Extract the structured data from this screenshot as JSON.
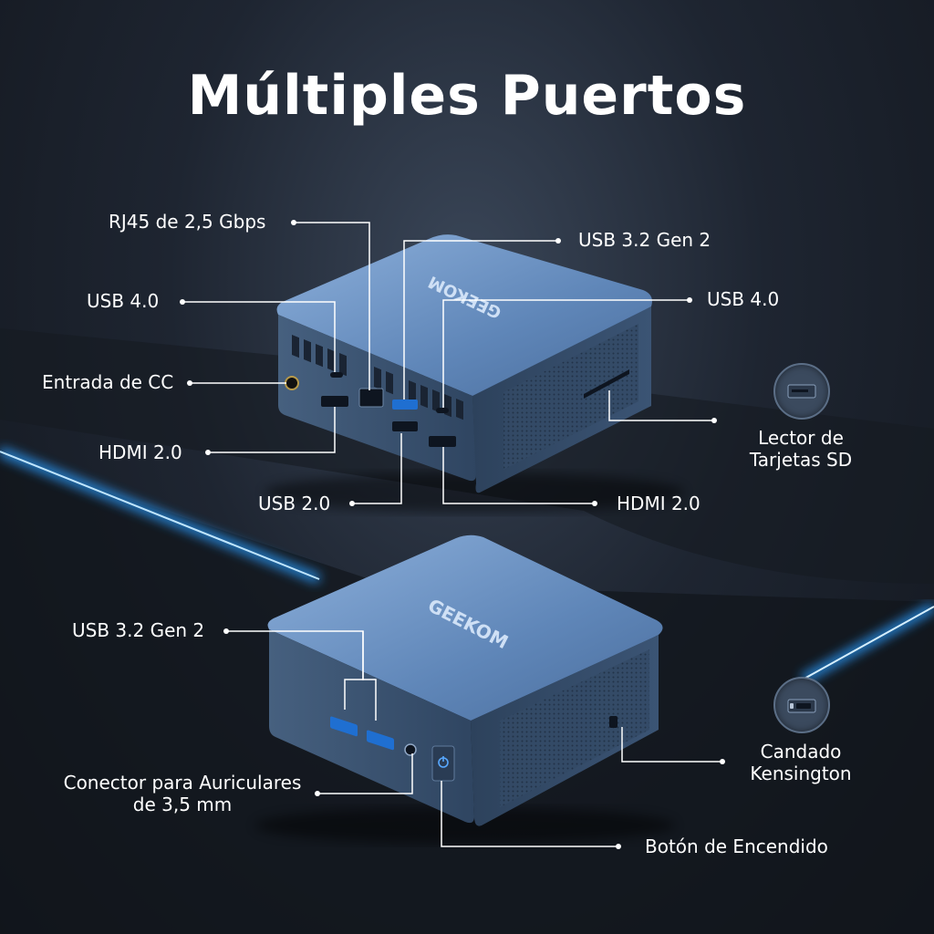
{
  "title": "Múltiples Puertos",
  "brand_logo": "GEEKOM",
  "colors": {
    "background": "#1a2029",
    "device_top": "#6f95c6",
    "device_side": "#3d5675",
    "glow": "#4fb0ff",
    "text": "#ffffff"
  },
  "rear_view": {
    "labels": {
      "rj45": "RJ45 de 2,5 Gbps",
      "usb32_top": "USB 3.2 Gen 2",
      "usb4_left": "USB 4.0",
      "usb4_right": "USB 4.0",
      "dc_in": "Entrada de CC",
      "hdmi_left": "HDMI 2.0",
      "usb20": "USB 2.0",
      "hdmi_right": "HDMI 2.0",
      "sd_line1": "Lector de",
      "sd_line2": "Tarjetas SD"
    },
    "icons": [
      "sd-card-reader-icon"
    ]
  },
  "front_view": {
    "labels": {
      "usb32_front": "USB 3.2 Gen 2",
      "audio_line1": "Conector para Auriculares",
      "audio_line2": "de 3,5 mm",
      "kensington_line1": "Candado",
      "kensington_line2": "Kensington",
      "power": "Botón de Encendido"
    },
    "icons": [
      "kensington-lock-icon",
      "power-icon"
    ]
  }
}
